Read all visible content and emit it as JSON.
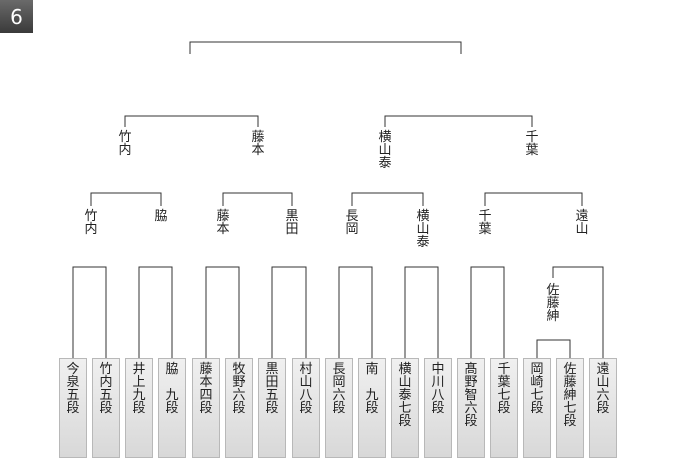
{
  "badge": "6",
  "players": [
    {
      "name": "今泉",
      "rank": "五段"
    },
    {
      "name": "竹内",
      "rank": "五段"
    },
    {
      "name": "井上",
      "rank": "九段"
    },
    {
      "name": "脇",
      "rank": "九段"
    },
    {
      "name": "藤本",
      "rank": "四段"
    },
    {
      "name": "牧野",
      "rank": "六段"
    },
    {
      "name": "黒田",
      "rank": "五段"
    },
    {
      "name": "村山",
      "rank": "八段"
    },
    {
      "name": "長岡",
      "rank": "六段"
    },
    {
      "name": "南",
      "rank": "九段"
    },
    {
      "name": "横山泰",
      "rank": "七段"
    },
    {
      "name": "中川",
      "rank": "八段"
    },
    {
      "name": "髙野智",
      "rank": "六段"
    },
    {
      "name": "千葉",
      "rank": "七段"
    },
    {
      "name": "岡崎",
      "rank": "七段"
    },
    {
      "name": "佐藤紳",
      "rank": "七段"
    },
    {
      "name": "遠山",
      "rank": "六段"
    }
  ],
  "prelim_winners": [
    "佐藤紳"
  ],
  "round1_winners": [
    "竹内",
    "脇",
    "藤本",
    "黒田",
    "長岡",
    "横山泰",
    "千葉",
    "遠山"
  ],
  "round2_winners": [
    "竹内",
    "藤本",
    "横山泰",
    "千葉"
  ]
}
